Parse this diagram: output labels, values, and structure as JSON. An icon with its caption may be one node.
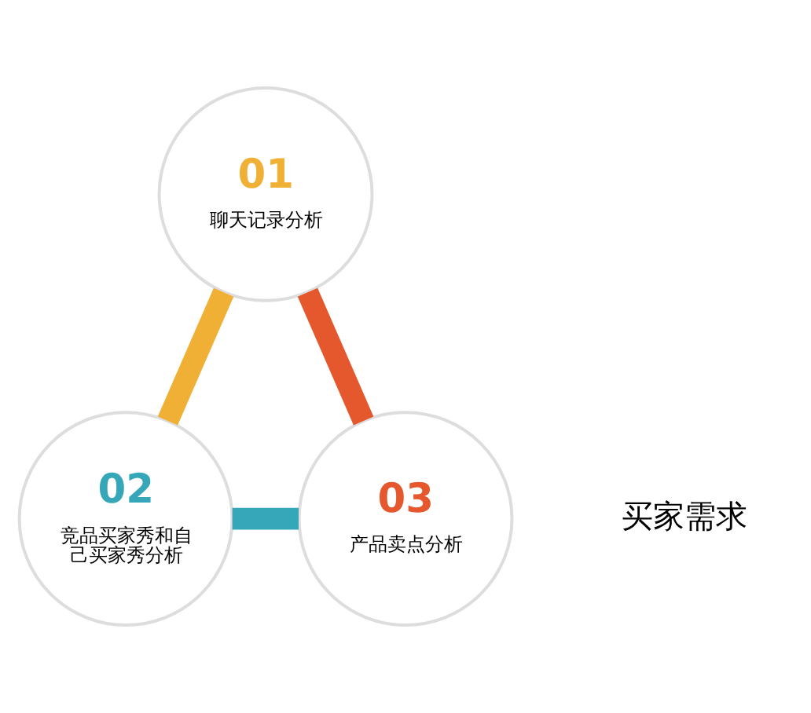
{
  "diagram": {
    "nodes": [
      {
        "text": [
          "01",
          "聊天记录分析"
        ]
      },
      {
        "text": [
          "02",
          "竞品买家秀和自己买家秀分析"
        ]
      },
      {
        "text": [
          "03",
          "产品卖点分析"
        ]
      }
    ],
    "edges": [
      {
        "from": 0,
        "to": 1,
        "arrow": "none",
        "color": "#f0b035"
      },
      {
        "from": 1,
        "to": 2,
        "arrow": "none",
        "color": "#35a7b8"
      },
      {
        "from": 2,
        "to": 0,
        "arrow": "none",
        "color": "#e5582e"
      }
    ],
    "labels": [
      "买家需求"
    ]
  }
}
